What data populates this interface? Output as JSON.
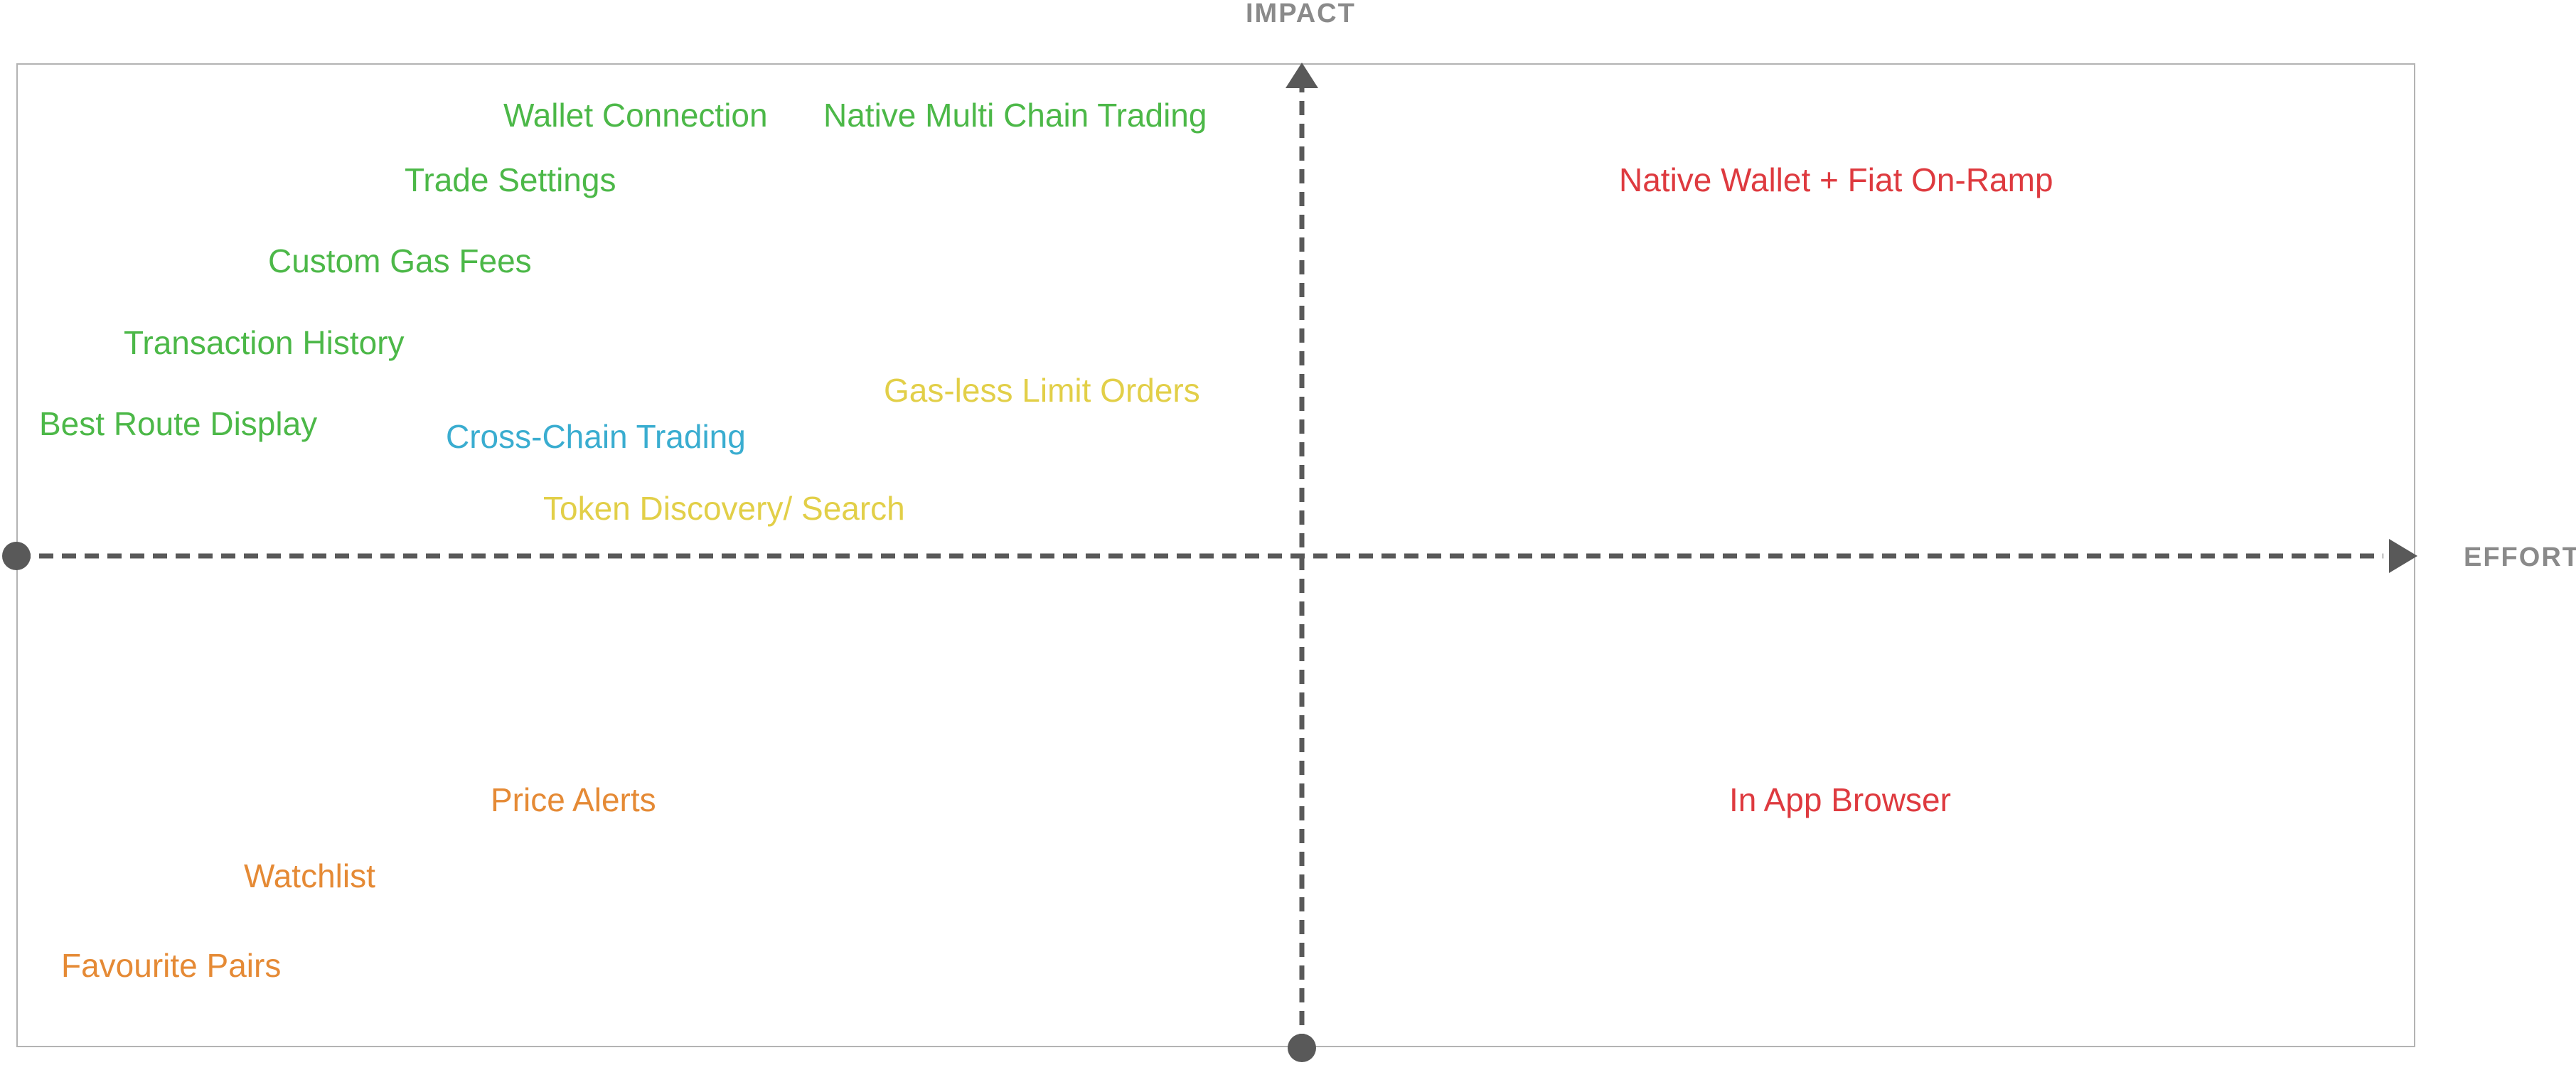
{
  "axes": {
    "y_label": "IMPACT",
    "x_label": "EFFORT"
  },
  "colors": {
    "green": "#4cb848",
    "yellow": "#e2cf48",
    "blue": "#3aadd0",
    "orange": "#e58a35",
    "red": "#de3a3f",
    "axis": "#595959",
    "frame": "#b3b3b3",
    "axis_label": "#8a8a8a"
  },
  "items": [
    {
      "id": "wallet-connection",
      "label": "Wallet Connection",
      "color": "green"
    },
    {
      "id": "native-multi-chain-trading",
      "label": "Native Multi Chain Trading",
      "color": "green"
    },
    {
      "id": "trade-settings",
      "label": "Trade Settings",
      "color": "green"
    },
    {
      "id": "custom-gas-fees",
      "label": "Custom Gas Fees",
      "color": "green"
    },
    {
      "id": "transaction-history",
      "label": "Transaction History",
      "color": "green"
    },
    {
      "id": "best-route-display",
      "label": "Best Route Display",
      "color": "green"
    },
    {
      "id": "cross-chain-trading",
      "label": "Cross-Chain Trading",
      "color": "blue"
    },
    {
      "id": "gas-less-limit-orders",
      "label": "Gas-less Limit Orders",
      "color": "yellow"
    },
    {
      "id": "token-discovery-search",
      "label": "Token Discovery/ Search",
      "color": "yellow"
    },
    {
      "id": "native-wallet-fiat-on-ramp",
      "label": "Native Wallet + Fiat On-Ramp",
      "color": "red"
    },
    {
      "id": "price-alerts",
      "label": "Price Alerts",
      "color": "orange"
    },
    {
      "id": "watchlist",
      "label": "Watchlist",
      "color": "orange"
    },
    {
      "id": "favourite-pairs",
      "label": "Favourite Pairs",
      "color": "orange"
    },
    {
      "id": "in-app-browser",
      "label": "In App Browser",
      "color": "red"
    }
  ]
}
